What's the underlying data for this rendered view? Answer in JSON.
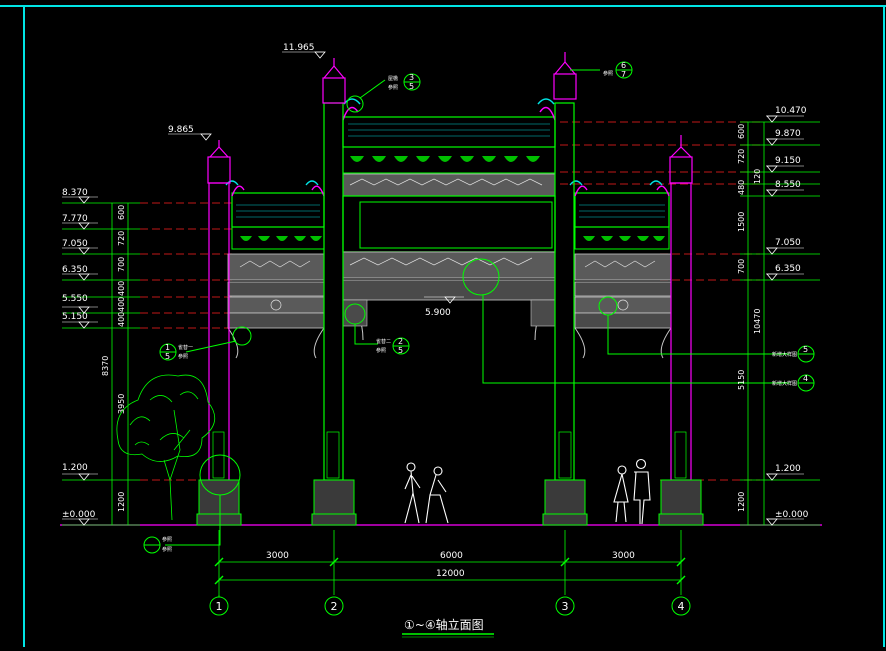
{
  "drawing": {
    "title": "①~④轴立面图",
    "left_levels": [
      "8.370",
      "7.770",
      "7.050",
      "6.350",
      "5.550",
      "5.150",
      "1.200",
      "±0.000"
    ],
    "left_segments": [
      "600",
      "720",
      "700",
      "400",
      "400",
      "400",
      "3950",
      "1200"
    ],
    "left_total": "8370",
    "right_levels": [
      "10.470",
      "9.870",
      "9.150",
      "8.550",
      "7.050",
      "6.350",
      "1.200",
      "±0.000"
    ],
    "right_segments": [
      "600",
      "720",
      "120",
      "480",
      "1500",
      "700",
      "5150",
      "1200"
    ],
    "right_total": "10470",
    "post_tops": [
      "9.865",
      "11.965"
    ],
    "beam_level": "5.900",
    "bottom_dims": [
      "3000",
      "6000",
      "3000"
    ],
    "overall_dim": "12000",
    "axes": [
      "1",
      "2",
      "3",
      "4"
    ],
    "callouts": {
      "top_center": {
        "label_top": "屋檐",
        "label_bottom": "参照",
        "ref_top": "3",
        "ref_bottom": "5"
      },
      "top_right": {
        "label": "参照",
        "ref_top": "6",
        "ref_bottom": "7"
      },
      "left_bracket": {
        "label_top": "雀替一",
        "label_bottom": "参照",
        "ref_top": "1",
        "ref_bottom": "5"
      },
      "center_bracket": {
        "label_top": "雀替二",
        "label_bottom": "参照",
        "ref_top": "2",
        "ref_bottom": "5"
      },
      "right_upper": {
        "label": "新增大样图",
        "ref_top": "5",
        "ref_bottom": ""
      },
      "right_lower": {
        "label": "新增大样图",
        "ref_top": "4",
        "ref_bottom": ""
      },
      "base": {
        "label_top": "参照",
        "label_bottom": "参照"
      }
    }
  },
  "colors": {
    "background": "#000000",
    "frame": "#00e5e5",
    "structure": "#00ff00",
    "accent": "#ff00ff",
    "level_line": "#ff2020",
    "text": "#ffffff",
    "ornament": "#d0d0d0"
  }
}
